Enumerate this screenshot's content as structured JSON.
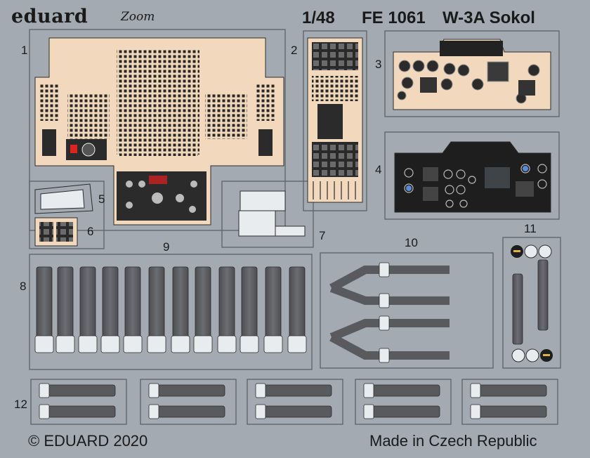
{
  "header": {
    "brand": "eduard",
    "zoom_logo": "Zoom",
    "scale": "1/48",
    "code": "FE 1061",
    "model": "W-3A Sokol"
  },
  "part_numbers": [
    "1",
    "2",
    "3",
    "4",
    "5",
    "6",
    "7",
    "8",
    "9",
    "10",
    "11",
    "12"
  ],
  "footer": {
    "copyright": "© EDUARD 2020",
    "origin": "Made in Czech Republic"
  },
  "colors": {
    "sheet": "#a4aab1",
    "panel_tan": "#f2d9bd",
    "dark_panel": "#1e1e1e",
    "belt": "#585a5e",
    "frame": "#5c6269"
  }
}
